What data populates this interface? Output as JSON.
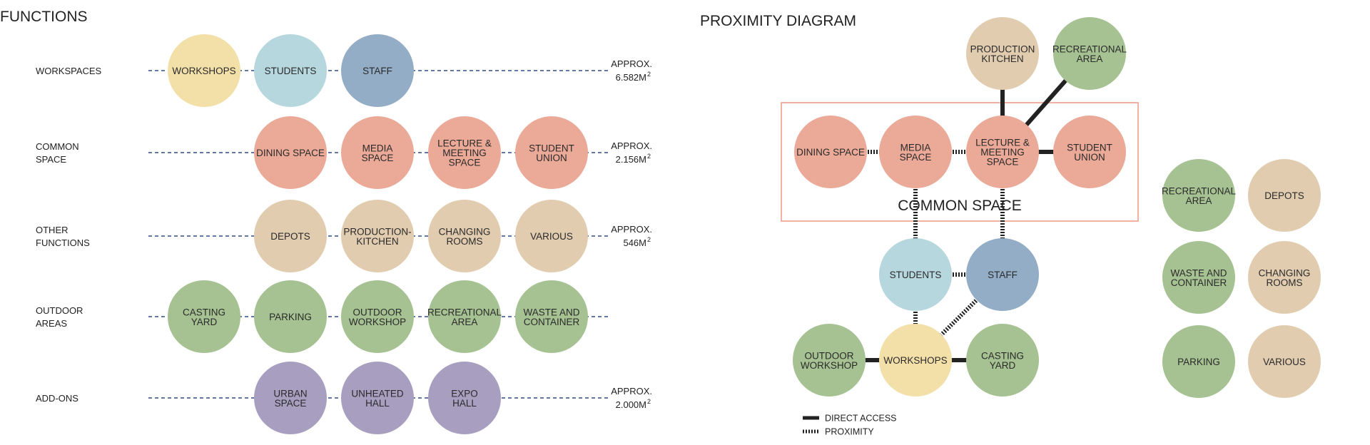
{
  "colors": {
    "yellow": "#f3e0a9",
    "lightblue": "#b7d7de",
    "blue": "#93adc6",
    "salmon": "#eba998",
    "beige": "#e1ccb0",
    "green": "#a6c292",
    "purple": "#a89fc0",
    "dash": "#2e4a82",
    "box": "#ef9e8b",
    "link": "#222222"
  },
  "functions": {
    "title": "FUNCTIONS",
    "rows": [
      {
        "label": [
          "WORKSPACES"
        ],
        "area": [
          "APPROX.",
          "6.582M",
          "2"
        ],
        "circles": [
          {
            "lines": [
              "WORKSHOPS"
            ],
            "color": "yellow"
          },
          {
            "lines": [
              "STUDENTS"
            ],
            "color": "lightblue"
          },
          {
            "lines": [
              "STAFF"
            ],
            "color": "blue"
          }
        ]
      },
      {
        "label": [
          "COMMON",
          "SPACE"
        ],
        "area": [
          "APPROX.",
          "2.156M",
          "2"
        ],
        "circles": [
          {
            "lines": [
              "DINING SPACE"
            ],
            "color": "salmon"
          },
          {
            "lines": [
              "MEDIA",
              "SPACE"
            ],
            "color": "salmon"
          },
          {
            "lines": [
              "LECTURE &",
              "MEETING",
              "SPACE"
            ],
            "color": "salmon"
          },
          {
            "lines": [
              "STUDENT",
              "UNION"
            ],
            "color": "salmon"
          }
        ]
      },
      {
        "label": [
          "OTHER",
          "FUNCTIONS"
        ],
        "area": [
          "APPROX.",
          "546M",
          "2"
        ],
        "circles": [
          {
            "lines": [
              "DEPOTS"
            ],
            "color": "beige"
          },
          {
            "lines": [
              "PRODUCTION-",
              "KITCHEN"
            ],
            "color": "beige"
          },
          {
            "lines": [
              "CHANGING",
              "ROOMS"
            ],
            "color": "beige"
          },
          {
            "lines": [
              "VARIOUS"
            ],
            "color": "beige"
          }
        ]
      },
      {
        "label": [
          "OUTDOOR",
          "AREAS"
        ],
        "area": [],
        "circles": [
          {
            "lines": [
              "CASTING",
              "YARD"
            ],
            "color": "green"
          },
          {
            "lines": [
              "PARKING"
            ],
            "color": "green"
          },
          {
            "lines": [
              "OUTDOOR",
              "WORKSHOP"
            ],
            "color": "green"
          },
          {
            "lines": [
              "RECREATIONAL",
              "AREA"
            ],
            "color": "green"
          },
          {
            "lines": [
              "WASTE AND",
              "CONTAINER"
            ],
            "color": "green"
          }
        ]
      },
      {
        "label": [
          "ADD-ONS"
        ],
        "area": [
          "APPROX.",
          "2.000M",
          "2"
        ],
        "circles": [
          {
            "lines": [
              "URBAN",
              "SPACE"
            ],
            "color": "purple"
          },
          {
            "lines": [
              "UNHEATED",
              "HALL"
            ],
            "color": "purple"
          },
          {
            "lines": [
              "EXPO",
              "HALL"
            ],
            "color": "purple"
          }
        ]
      }
    ]
  },
  "proximity": {
    "title": "PROXIMITY DIAGRAM",
    "common_space_label": "COMMON SPACE",
    "nodes": [
      {
        "id": "production_kitchen",
        "lines": [
          "PRODUCTION",
          "KITCHEN"
        ],
        "color": "beige"
      },
      {
        "id": "recreational_top",
        "lines": [
          "RECREATIONAL",
          "AREA"
        ],
        "color": "green"
      },
      {
        "id": "dining",
        "lines": [
          "DINING SPACE"
        ],
        "color": "salmon"
      },
      {
        "id": "media",
        "lines": [
          "MEDIA",
          "SPACE"
        ],
        "color": "salmon"
      },
      {
        "id": "lecture",
        "lines": [
          "LECTURE &",
          "MEETING",
          "SPACE"
        ],
        "color": "salmon"
      },
      {
        "id": "student_union",
        "lines": [
          "STUDENT",
          "UNION"
        ],
        "color": "salmon"
      },
      {
        "id": "students",
        "lines": [
          "STUDENTS"
        ],
        "color": "lightblue"
      },
      {
        "id": "staff",
        "lines": [
          "STAFF"
        ],
        "color": "blue"
      },
      {
        "id": "outdoor_workshop",
        "lines": [
          "OUTDOOR",
          "WORKSHOP"
        ],
        "color": "green"
      },
      {
        "id": "workshops",
        "lines": [
          "WORKSHOPS"
        ],
        "color": "yellow"
      },
      {
        "id": "casting_yard",
        "lines": [
          "CASTING",
          "YARD"
        ],
        "color": "green"
      },
      {
        "id": "recreational_side",
        "lines": [
          "RECREATIONAL",
          "AREA"
        ],
        "color": "green"
      },
      {
        "id": "depots",
        "lines": [
          "DEPOTS"
        ],
        "color": "beige"
      },
      {
        "id": "waste",
        "lines": [
          "WASTE AND",
          "CONTAINER"
        ],
        "color": "green"
      },
      {
        "id": "changing",
        "lines": [
          "CHANGING",
          "ROOMS"
        ],
        "color": "beige"
      },
      {
        "id": "parking",
        "lines": [
          "PARKING"
        ],
        "color": "green"
      },
      {
        "id": "various",
        "lines": [
          "VARIOUS"
        ],
        "color": "beige"
      }
    ],
    "links": [
      {
        "from": "production_kitchen",
        "to": "lecture",
        "type": "direct"
      },
      {
        "from": "recreational_top",
        "to": "lecture",
        "type": "direct"
      },
      {
        "from": "dining",
        "to": "media",
        "type": "proximity"
      },
      {
        "from": "media",
        "to": "lecture",
        "type": "proximity"
      },
      {
        "from": "lecture",
        "to": "student_union",
        "type": "direct"
      },
      {
        "from": "media",
        "to": "students",
        "type": "proximity"
      },
      {
        "from": "lecture",
        "to": "staff",
        "type": "proximity"
      },
      {
        "from": "students",
        "to": "staff",
        "type": "proximity"
      },
      {
        "from": "students",
        "to": "workshops",
        "type": "proximity"
      },
      {
        "from": "staff",
        "to": "workshops",
        "type": "proximity"
      },
      {
        "from": "outdoor_workshop",
        "to": "workshops",
        "type": "direct"
      },
      {
        "from": "workshops",
        "to": "casting_yard",
        "type": "direct"
      }
    ],
    "legend": [
      {
        "type": "direct",
        "label": "DIRECT ACCESS"
      },
      {
        "type": "proximity",
        "label": "PROXIMITY"
      }
    ]
  }
}
